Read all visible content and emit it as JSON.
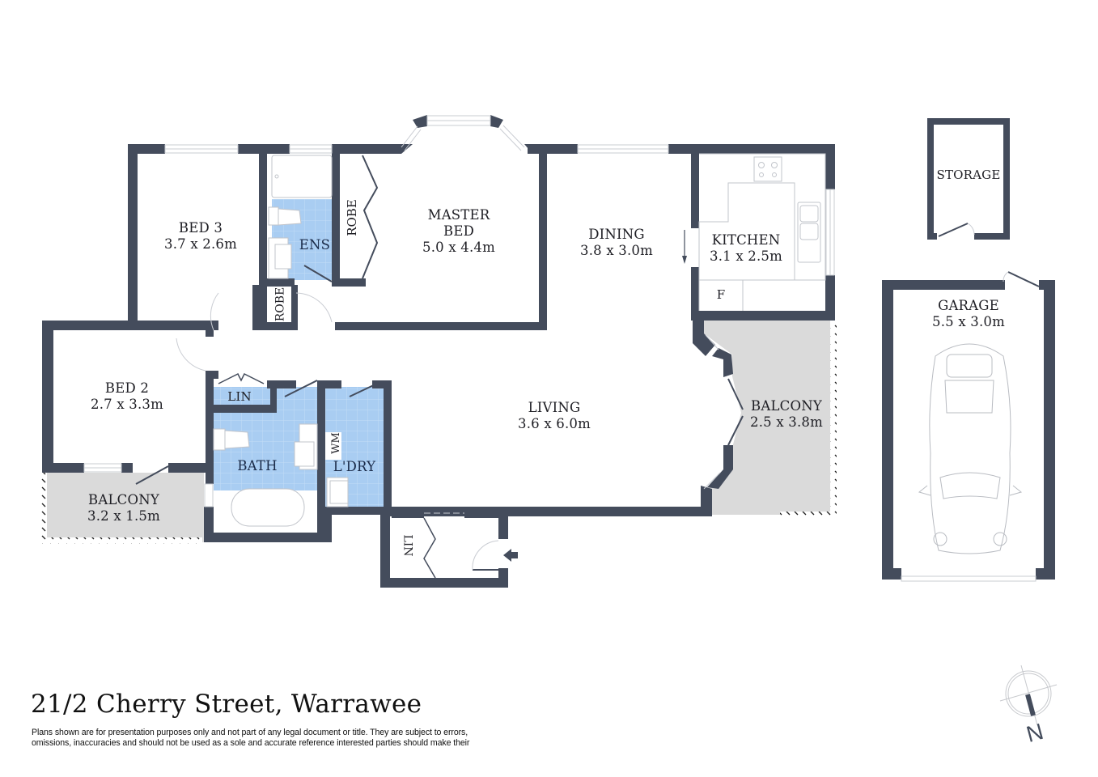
{
  "property": {
    "address": "21/2 Cherry Street, Warrawee",
    "disclaimer_line1": "Plans shown are for presentation purposes only and not part of any legal document or title. They are subject to errors,",
    "disclaimer_line2": "omissions, inaccuracies and should not be used as a sole and accurate reference interested parties should make their"
  },
  "colors": {
    "wall": "#444c5c",
    "wet_area": "#a9cdf2",
    "balcony": "#dadada",
    "background": "#ffffff"
  },
  "rooms": {
    "bed3": {
      "name": "BED 3",
      "size": "3.7 x 2.6m"
    },
    "ensuite": {
      "name": "ENS"
    },
    "robe_master": {
      "name": "ROBE"
    },
    "robe_hall": {
      "name": "ROBE"
    },
    "master_bed": {
      "name_line1": "MASTER",
      "name_line2": "BED",
      "size": "5.0 x 4.4m"
    },
    "dining": {
      "name": "DINING",
      "size": "3.8 x 3.0m"
    },
    "kitchen": {
      "name": "KITCHEN",
      "size": "3.1 x 2.5m",
      "fridge": "F"
    },
    "bed2": {
      "name": "BED 2",
      "size": "2.7 x 3.3m"
    },
    "linen_hall": {
      "name": "LIN"
    },
    "bath": {
      "name": "BATH"
    },
    "laundry": {
      "name": "L'DRY",
      "washing_machine": "WM"
    },
    "living": {
      "name": "LIVING",
      "size": "3.6 x 6.0m"
    },
    "balcony_east": {
      "name": "BALCONY",
      "size": "2.5 x 3.8m"
    },
    "balcony_west": {
      "name": "BALCONY",
      "size": "3.2 x 1.5m"
    },
    "linen_entry": {
      "name": "LIN"
    },
    "storage": {
      "name": "STORAGE"
    },
    "garage": {
      "name": "GARAGE",
      "size": "5.5 x 3.0m"
    }
  },
  "compass": {
    "label": "N"
  }
}
